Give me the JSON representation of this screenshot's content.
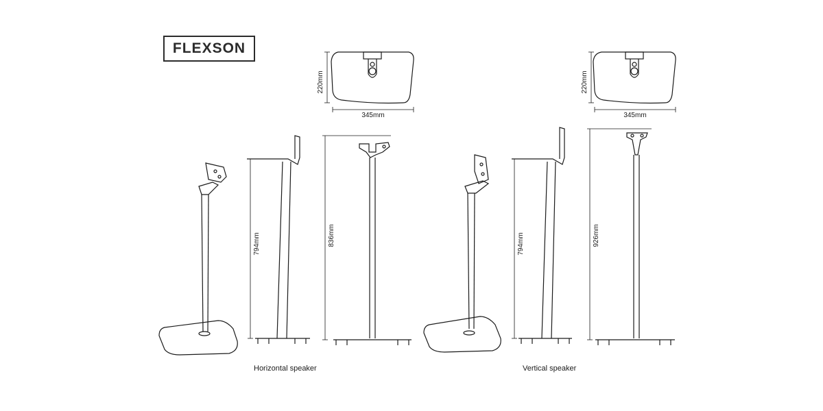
{
  "brand": {
    "logo_text": "FLEXSON"
  },
  "captions": {
    "horizontal": "Horizontal speaker",
    "vertical": "Vertical speaker"
  },
  "dimensions": {
    "top_left_height": "220mm",
    "top_left_width": "345mm",
    "top_right_height": "220mm",
    "top_right_width": "345mm",
    "horizontal_side_height": "794mm",
    "horizontal_front_height": "836mm",
    "vertical_side_height": "794mm",
    "vertical_front_height": "926mm"
  }
}
